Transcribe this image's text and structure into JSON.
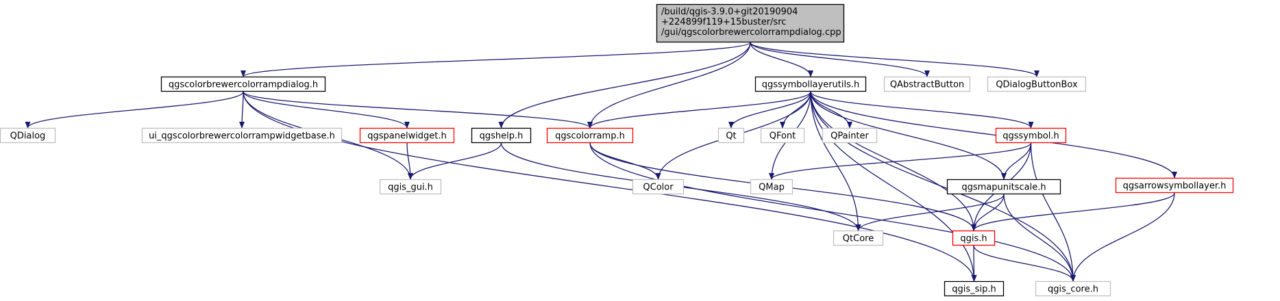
{
  "colors": {
    "edge": "#191970",
    "focus_fill": "#bfbfbf",
    "box_black": "#000000",
    "box_red": "#ff0000",
    "box_gray": "#bfbfbf"
  },
  "nodes": [
    {
      "id": "root",
      "lines": [
        "/build/qgis-3.9.0+git20190904",
        "+224899f119+15buster/src",
        "/gui/qgscolorbrewercolorrampdialog.cpp"
      ],
      "style": "focus"
    },
    {
      "id": "dialog_h",
      "lines": [
        "qgscolorbrewercolorrampdialog.h"
      ],
      "style": "black"
    },
    {
      "id": "symbollayerutils_h",
      "lines": [
        "qgssymbollayerutils.h"
      ],
      "style": "black"
    },
    {
      "id": "qabstractbutton",
      "lines": [
        "QAbstractButton"
      ],
      "style": "gray"
    },
    {
      "id": "qdialogbuttonbox",
      "lines": [
        "QDialogButtonBox"
      ],
      "style": "gray"
    },
    {
      "id": "qdialog",
      "lines": [
        "QDialog"
      ],
      "style": "gray"
    },
    {
      "id": "ui_base",
      "lines": [
        "ui_qgscolorbrewercolorrampwidgetbase.h"
      ],
      "style": "gray"
    },
    {
      "id": "panelwidget_h",
      "lines": [
        "qgspanelwidget.h"
      ],
      "style": "red"
    },
    {
      "id": "help_h",
      "lines": [
        "qgshelp.h"
      ],
      "style": "black"
    },
    {
      "id": "colorramp_h",
      "lines": [
        "qgscolorramp.h"
      ],
      "style": "red"
    },
    {
      "id": "qt",
      "lines": [
        "Qt"
      ],
      "style": "gray"
    },
    {
      "id": "qfont",
      "lines": [
        "QFont"
      ],
      "style": "gray"
    },
    {
      "id": "qpainter",
      "lines": [
        "QPainter"
      ],
      "style": "gray"
    },
    {
      "id": "symbol_h",
      "lines": [
        "qgssymbol.h"
      ],
      "style": "red"
    },
    {
      "id": "arrowsymbollayer_h",
      "lines": [
        "qgsarrowsymbollayer.h"
      ],
      "style": "red"
    },
    {
      "id": "qgis_gui_h",
      "lines": [
        "qgis_gui.h"
      ],
      "style": "gray"
    },
    {
      "id": "qcolor",
      "lines": [
        "QColor"
      ],
      "style": "gray"
    },
    {
      "id": "qmap",
      "lines": [
        "QMap"
      ],
      "style": "gray"
    },
    {
      "id": "mapunitscale_h",
      "lines": [
        "qgsmapunitscale.h"
      ],
      "style": "black"
    },
    {
      "id": "qtcore",
      "lines": [
        "QtCore"
      ],
      "style": "gray"
    },
    {
      "id": "qgis_h",
      "lines": [
        "qgis.h"
      ],
      "style": "red"
    },
    {
      "id": "qgis_sip_h",
      "lines": [
        "qgis_sip.h"
      ],
      "style": "black"
    },
    {
      "id": "qgis_core_h",
      "lines": [
        "qgis_core.h"
      ],
      "style": "gray"
    }
  ],
  "edges": [
    [
      "root",
      "dialog_h"
    ],
    [
      "root",
      "symbollayerutils_h"
    ],
    [
      "root",
      "qabstractbutton"
    ],
    [
      "root",
      "qdialogbuttonbox"
    ],
    [
      "root",
      "help_h"
    ],
    [
      "root",
      "colorramp_h"
    ],
    [
      "dialog_h",
      "qdialog"
    ],
    [
      "dialog_h",
      "ui_base"
    ],
    [
      "dialog_h",
      "panelwidget_h"
    ],
    [
      "dialog_h",
      "colorramp_h"
    ],
    [
      "dialog_h",
      "qgis_gui_h"
    ],
    [
      "dialog_h",
      "qgis_sip_h"
    ],
    [
      "panelwidget_h",
      "qgis_gui_h"
    ],
    [
      "help_h",
      "qgis_gui_h"
    ],
    [
      "help_h",
      "qtcore"
    ],
    [
      "colorramp_h",
      "qcolor"
    ],
    [
      "colorramp_h",
      "qgis_h"
    ],
    [
      "colorramp_h",
      "qgis_core_h"
    ],
    [
      "symbollayerutils_h",
      "colorramp_h"
    ],
    [
      "symbollayerutils_h",
      "qt"
    ],
    [
      "symbollayerutils_h",
      "qfont"
    ],
    [
      "symbollayerutils_h",
      "qpainter"
    ],
    [
      "symbollayerutils_h",
      "symbol_h"
    ],
    [
      "symbollayerutils_h",
      "arrowsymbollayer_h"
    ],
    [
      "symbollayerutils_h",
      "qcolor"
    ],
    [
      "symbollayerutils_h",
      "qmap"
    ],
    [
      "symbollayerutils_h",
      "mapunitscale_h"
    ],
    [
      "symbollayerutils_h",
      "qtcore"
    ],
    [
      "symbollayerutils_h",
      "qgis_h"
    ],
    [
      "symbollayerutils_h",
      "qgis_sip_h"
    ],
    [
      "symbollayerutils_h",
      "qgis_core_h"
    ],
    [
      "symbol_h",
      "qmap"
    ],
    [
      "symbol_h",
      "mapunitscale_h"
    ],
    [
      "symbol_h",
      "qgis_h"
    ],
    [
      "symbol_h",
      "qgis_core_h"
    ],
    [
      "mapunitscale_h",
      "qtcore"
    ],
    [
      "mapunitscale_h",
      "qgis_h"
    ],
    [
      "mapunitscale_h",
      "qgis_core_h"
    ],
    [
      "arrowsymbollayer_h",
      "qgis_h"
    ],
    [
      "arrowsymbollayer_h",
      "qgis_core_h"
    ],
    [
      "qgis_h",
      "qgis_sip_h"
    ],
    [
      "qgis_h",
      "qgis_core_h"
    ]
  ]
}
